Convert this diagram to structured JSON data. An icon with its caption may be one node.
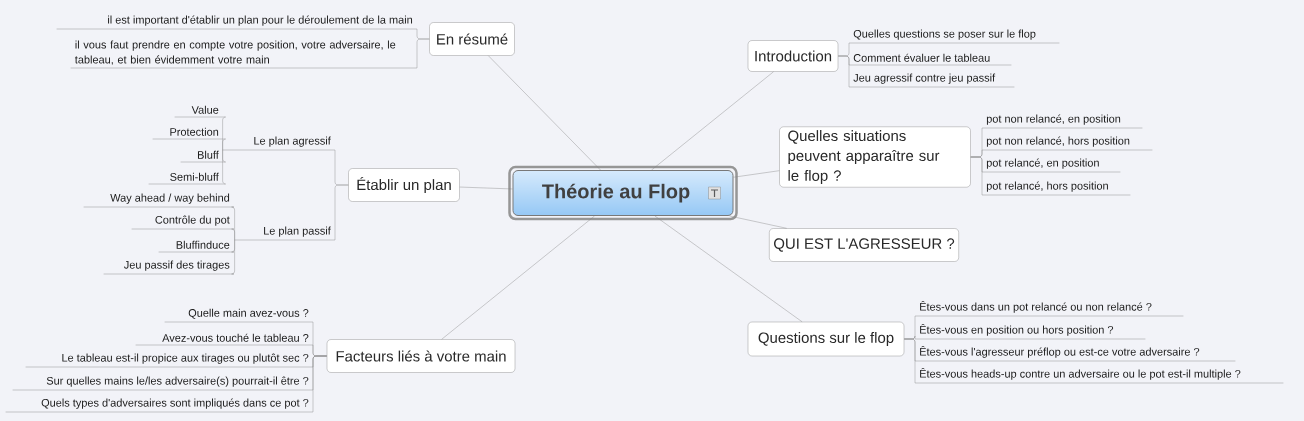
{
  "diagram": {
    "nodes": [
      {
        "text": [
          "Théorie au Flop"
        ]
      },
      {
        "text": [
          "En résumé"
        ]
      },
      {
        "text": [
          "il est important d'établir un plan pour le déroulement de la main"
        ]
      },
      {
        "text": [
          "il vous faut prendre en compte votre position, votre adversaire, le tableau, et bien évidemment votre main"
        ]
      },
      {
        "text": [
          "Établir un plan"
        ]
      },
      {
        "text": [
          "Le plan agressif"
        ]
      },
      {
        "text": [
          "Value"
        ]
      },
      {
        "text": [
          "Protection"
        ]
      },
      {
        "text": [
          "Bluff"
        ]
      },
      {
        "text": [
          "Semi-bluff"
        ]
      },
      {
        "text": [
          "Le plan passif"
        ]
      },
      {
        "text": [
          "Way ahead / way behind"
        ]
      },
      {
        "text": [
          "Contrôle du pot"
        ]
      },
      {
        "text": [
          "Bluffinduce"
        ]
      },
      {
        "text": [
          "Jeu passif des tirages"
        ]
      },
      {
        "text": [
          "Facteurs liés à votre main"
        ]
      },
      {
        "text": [
          "Quelle main avez-vous ?"
        ]
      },
      {
        "text": [
          "Avez-vous touché le tableau ?"
        ]
      },
      {
        "text": [
          "Le tableau est-il propice aux tirages ou plutôt sec ?"
        ]
      },
      {
        "text": [
          "Sur quelles mains le/les adversaire(s) pourrait-il être ?"
        ]
      },
      {
        "text": [
          "Quels types d'adversaires sont impliqués dans ce pot ?"
        ]
      },
      {
        "text": [
          "Introduction"
        ]
      },
      {
        "text": [
          "Quelles questions se poser sur le flop"
        ]
      },
      {
        "text": [
          "Comment évaluer le tableau"
        ]
      },
      {
        "text": [
          "Jeu agressif contre jeu passif"
        ]
      },
      {
        "text": [
          "Quelles situations peuvent apparaître sur le flop ?"
        ]
      },
      {
        "text": [
          "pot non relancé, en position"
        ]
      },
      {
        "text": [
          "pot non relancé, hors position"
        ]
      },
      {
        "text": [
          "pot relancé, en position"
        ]
      },
      {
        "text": [
          "pot relancé, hors position"
        ]
      },
      {
        "text": [
          "QUI EST L'AGRESSEUR ?"
        ]
      },
      {
        "text": [
          "Questions sur le flop"
        ]
      },
      {
        "text": [
          "Êtes-vous dans un pot relancé ou non relancé ?"
        ]
      },
      {
        "text": [
          "Êtes-vous en position ou hors position ?"
        ]
      },
      {
        "text": [
          "Êtes-vous l'agresseur préflop ou est-ce votre adversaire ?"
        ]
      },
      {
        "text": [
          "Êtes-vous heads-up contre un adversaire ou le pot est-il multiple ?"
        ]
      }
    ],
    "edges": [
      {
        "from": 0,
        "to": 1,
        "arrow": "none"
      },
      {
        "from": 1,
        "to": 2,
        "arrow": "none"
      },
      {
        "from": 1,
        "to": 3,
        "arrow": "none"
      },
      {
        "from": 0,
        "to": 4,
        "arrow": "none"
      },
      {
        "from": 4,
        "to": 5,
        "arrow": "none"
      },
      {
        "from": 5,
        "to": 6,
        "arrow": "none"
      },
      {
        "from": 5,
        "to": 7,
        "arrow": "none"
      },
      {
        "from": 5,
        "to": 8,
        "arrow": "none"
      },
      {
        "from": 5,
        "to": 9,
        "arrow": "none"
      },
      {
        "from": 4,
        "to": 10,
        "arrow": "none"
      },
      {
        "from": 10,
        "to": 11,
        "arrow": "none"
      },
      {
        "from": 10,
        "to": 12,
        "arrow": "none"
      },
      {
        "from": 10,
        "to": 13,
        "arrow": "none"
      },
      {
        "from": 10,
        "to": 14,
        "arrow": "none"
      },
      {
        "from": 0,
        "to": 15,
        "arrow": "none"
      },
      {
        "from": 15,
        "to": 16,
        "arrow": "none"
      },
      {
        "from": 15,
        "to": 17,
        "arrow": "none"
      },
      {
        "from": 15,
        "to": 18,
        "arrow": "none"
      },
      {
        "from": 15,
        "to": 19,
        "arrow": "none"
      },
      {
        "from": 15,
        "to": 20,
        "arrow": "none"
      },
      {
        "from": 0,
        "to": 21,
        "arrow": "none"
      },
      {
        "from": 21,
        "to": 22,
        "arrow": "none"
      },
      {
        "from": 21,
        "to": 23,
        "arrow": "none"
      },
      {
        "from": 21,
        "to": 24,
        "arrow": "none"
      },
      {
        "from": 0,
        "to": 25,
        "arrow": "none"
      },
      {
        "from": 25,
        "to": 26,
        "arrow": "none"
      },
      {
        "from": 25,
        "to": 27,
        "arrow": "none"
      },
      {
        "from": 25,
        "to": 28,
        "arrow": "none"
      },
      {
        "from": 25,
        "to": 29,
        "arrow": "none"
      },
      {
        "from": 0,
        "to": 30,
        "arrow": "none"
      },
      {
        "from": 0,
        "to": 31,
        "arrow": "none"
      },
      {
        "from": 31,
        "to": 32,
        "arrow": "none"
      },
      {
        "from": 31,
        "to": 33,
        "arrow": "none"
      },
      {
        "from": 31,
        "to": 34,
        "arrow": "none"
      },
      {
        "from": 31,
        "to": 35,
        "arrow": "none"
      }
    ]
  }
}
